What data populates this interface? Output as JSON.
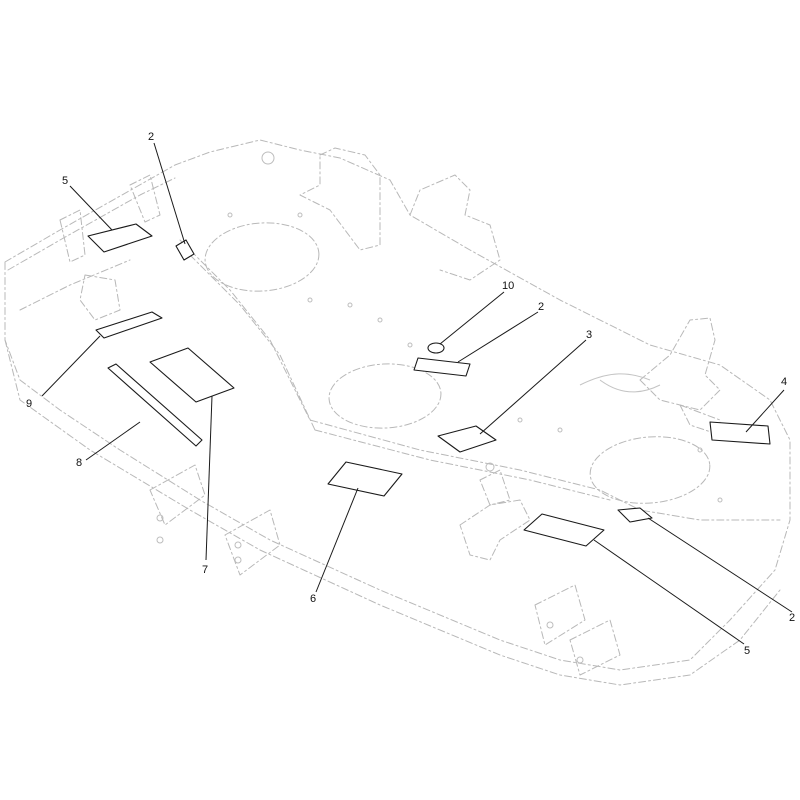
{
  "callouts": [
    {
      "id": "c-2-top",
      "label": "2"
    },
    {
      "id": "c-5-left",
      "label": "5"
    },
    {
      "id": "c-9",
      "label": "9"
    },
    {
      "id": "c-8",
      "label": "8"
    },
    {
      "id": "c-7",
      "label": "7"
    },
    {
      "id": "c-6",
      "label": "6"
    },
    {
      "id": "c-10",
      "label": "10"
    },
    {
      "id": "c-2-center",
      "label": "2"
    },
    {
      "id": "c-3",
      "label": "3"
    },
    {
      "id": "c-4",
      "label": "4"
    },
    {
      "id": "c-2-right",
      "label": "2"
    },
    {
      "id": "c-5-right",
      "label": "5"
    }
  ]
}
